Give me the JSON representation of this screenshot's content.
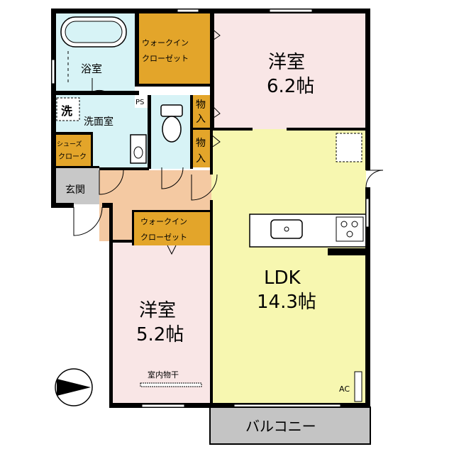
{
  "rooms": {
    "bath": "浴室",
    "wic_top_1": "ウォークイン",
    "wic_top_2": "クローゼット",
    "western_a_name": "洋室",
    "western_a_size": "6.2帖",
    "ps": "PS",
    "laundry_icon": "洗",
    "washroom": "洗面室",
    "storage_1_1": "物",
    "storage_1_2": "入",
    "storage_2_1": "物",
    "storage_2_2": "入",
    "shoe_1": "シューズ",
    "shoe_2": "クローク",
    "entrance": "玄関",
    "wic_mid_1": "ウォークイン",
    "wic_mid_2": "クローゼット",
    "ldk_name": "LDK",
    "ldk_size": "14.3帖",
    "western_b_name": "洋室",
    "western_b_size": "5.2帖",
    "drying": "室内物干",
    "ac": "AC",
    "balcony": "バルコニー"
  },
  "colors": {
    "wall": "#000000",
    "western": "#f9e6e6",
    "ldk": "#f7f7b0",
    "wic": "#e3a52a",
    "wet": "#d7f3f6",
    "hall": "#f4c9a2",
    "entrance": "#c8c8c8",
    "balcony": "#c4c4c4"
  }
}
